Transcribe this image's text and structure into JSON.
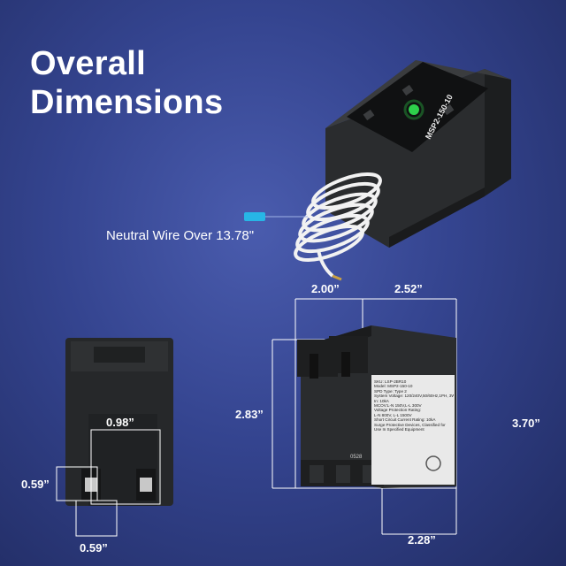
{
  "title": {
    "line1": "Overall",
    "line2": "Dimensions"
  },
  "neutral_label": "Neutral Wire Over 13.78\"",
  "device_top_label": "MSP2-150-10",
  "dimensions": {
    "depth": "2.00”",
    "width": "2.52”",
    "body_height": "2.83”",
    "total_height": "3.70”",
    "base_width": "2.28”",
    "terminal_spacing": "0.98”",
    "terminal_height": "0.59”",
    "terminal_width": "0.59”"
  },
  "side_label": {
    "lines": [
      "SKU: LSP-2BR10",
      "Model: MSP2-150-10",
      "SPD Type: Type 2",
      "System Voltage: 120/240V,50/60Hz,1PH, 3W",
      "In: 10kA",
      "MCOV:L-N 150V,L-L 300V",
      "Voltage Protection Rating:",
      "L-N 800V, L-L 1500V",
      "Short Circuit Current Rating: 10kA",
      "Surge Protective Devices, Classified for",
      "Use In Specified Equipment"
    ],
    "code": "0528"
  },
  "colors": {
    "background": "#34448f",
    "device": "#262829",
    "marker": "#27b6e6",
    "led": "#2ed14b"
  }
}
